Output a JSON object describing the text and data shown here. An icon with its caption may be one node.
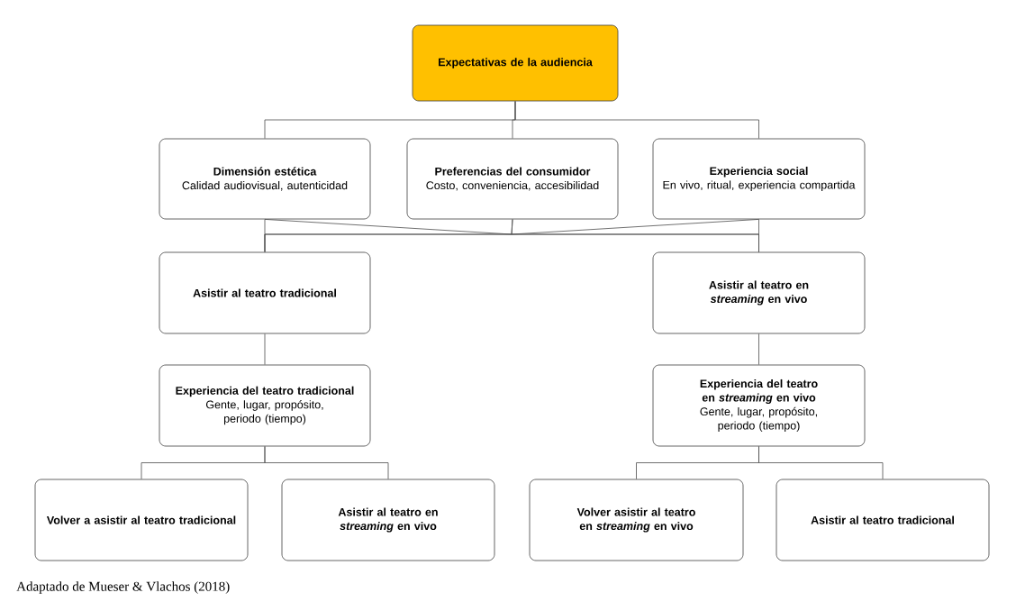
{
  "diagram": {
    "caption": "Adaptado de Mueser & Vlachos (2018)",
    "nodes": [
      {
        "text": [
          "Expectativas de la audiencia"
        ]
      },
      {
        "text": [
          "Dimensión estética",
          "Calidad audiovisual, autenticidad"
        ]
      },
      {
        "text": [
          "Preferencias del consumidor",
          "Costo, conveniencia, accesibilidad"
        ]
      },
      {
        "text": [
          "Experiencia social",
          "En vivo, ritual, experiencia compartida"
        ]
      },
      {
        "text": [
          "Asistir al teatro tradicional"
        ]
      },
      {
        "text": [
          "Asistir al teatro en *streaming* en vivo"
        ]
      },
      {
        "text": [
          "Experiencia del teatro tradicional",
          "Gente, lugar, propósito, periodo (tiempo)"
        ]
      },
      {
        "text": [
          "Experiencia del teatro en *streaming* en vivo",
          "Gente, lugar, propósito, periodo (tiempo)"
        ]
      },
      {
        "text": [
          "Volver a asistir al teatro tradicional"
        ]
      },
      {
        "text": [
          "Asistir al teatro en *streaming* en vivo"
        ]
      },
      {
        "text": [
          "Volver asistir al teatro en *streaming* en vivo"
        ]
      },
      {
        "text": [
          "Asistir al teatro tradicional"
        ]
      }
    ],
    "edges": [
      {
        "from": 0,
        "to": 1,
        "arrow": "none"
      },
      {
        "from": 0,
        "to": 2,
        "arrow": "none"
      },
      {
        "from": 0,
        "to": 3,
        "arrow": "none"
      },
      {
        "from": 1,
        "to": 4,
        "arrow": "none"
      },
      {
        "from": 1,
        "to": 5,
        "arrow": "none"
      },
      {
        "from": 2,
        "to": 4,
        "arrow": "none"
      },
      {
        "from": 2,
        "to": 5,
        "arrow": "none"
      },
      {
        "from": 3,
        "to": 4,
        "arrow": "none"
      },
      {
        "from": 3,
        "to": 5,
        "arrow": "none"
      },
      {
        "from": 4,
        "to": 6,
        "arrow": "none"
      },
      {
        "from": 5,
        "to": 7,
        "arrow": "none"
      },
      {
        "from": 6,
        "to": 8,
        "arrow": "none"
      },
      {
        "from": 6,
        "to": 9,
        "arrow": "none"
      },
      {
        "from": 7,
        "to": 10,
        "arrow": "none"
      },
      {
        "from": 7,
        "to": 11,
        "arrow": "none"
      }
    ]
  }
}
